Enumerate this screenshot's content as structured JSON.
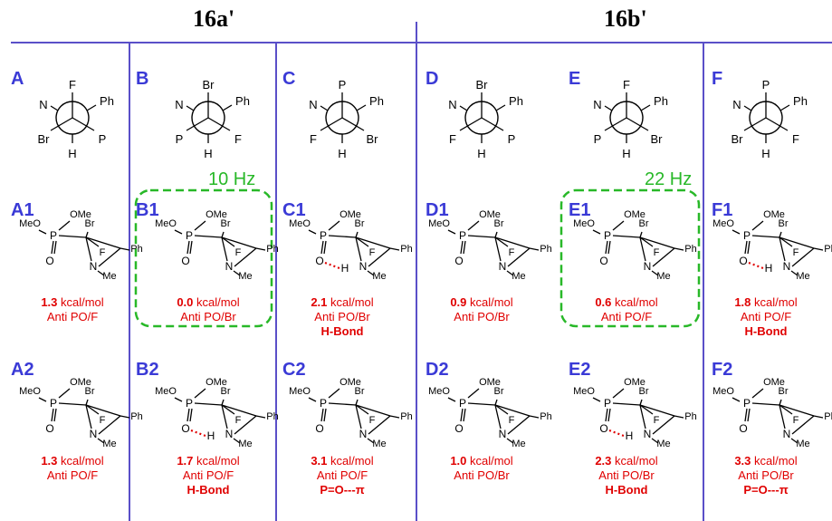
{
  "headers": {
    "left": "16a'",
    "right": "16b'"
  },
  "columns": [
    {
      "label": "A",
      "newman": {
        "top": "F",
        "tl": "N",
        "tr": "Ph",
        "bl": "Br",
        "br": "P",
        "bottom": "H"
      }
    },
    {
      "label": "B",
      "newman": {
        "top": "Br",
        "tl": "N",
        "tr": "Ph",
        "bl": "P",
        "br": "F",
        "bottom": "H"
      }
    },
    {
      "label": "C",
      "newman": {
        "top": "P",
        "tl": "N",
        "tr": "Ph",
        "bl": "F",
        "br": "Br",
        "bottom": "H"
      }
    },
    {
      "label": "D",
      "newman": {
        "top": "Br",
        "tl": "N",
        "tr": "Ph",
        "bl": "F",
        "br": "P",
        "bottom": "H"
      }
    },
    {
      "label": "E",
      "newman": {
        "top": "F",
        "tl": "N",
        "tr": "Ph",
        "bl": "P",
        "br": "Br",
        "bottom": "H"
      }
    },
    {
      "label": "F",
      "newman": {
        "top": "P",
        "tl": "N",
        "tr": "Ph",
        "bl": "Br",
        "br": "F",
        "bottom": "H"
      }
    }
  ],
  "conformers": [
    {
      "label": "A1",
      "energy": "1.3",
      "unit": "kcal/mol",
      "anti": "Anti PO/F",
      "hbond": ""
    },
    {
      "label": "B1",
      "energy": "0.0",
      "unit": "kcal/mol",
      "anti": "Anti PO/Br",
      "hbond": ""
    },
    {
      "label": "C1",
      "energy": "2.1",
      "unit": "kcal/mol",
      "anti": "Anti PO/Br",
      "hbond": "H-Bond"
    },
    {
      "label": "D1",
      "energy": "0.9",
      "unit": "kcal/mol",
      "anti": "Anti PO/Br",
      "hbond": ""
    },
    {
      "label": "E1",
      "energy": "0.6",
      "unit": "kcal/mol",
      "anti": "Anti PO/F",
      "hbond": ""
    },
    {
      "label": "F1",
      "energy": "1.8",
      "unit": "kcal/mol",
      "anti": "Anti PO/F",
      "hbond": "H-Bond"
    },
    {
      "label": "A2",
      "energy": "1.3",
      "unit": "kcal/mol",
      "anti": "Anti PO/F",
      "hbond": ""
    },
    {
      "label": "B2",
      "energy": "1.7",
      "unit": "kcal/mol",
      "anti": "Anti PO/F",
      "hbond": "H-Bond"
    },
    {
      "label": "C2",
      "energy": "3.1",
      "unit": "kcal/mol",
      "anti": "Anti PO/F",
      "hbond": "P=O---π"
    },
    {
      "label": "D2",
      "energy": "1.0",
      "unit": "kcal/mol",
      "anti": "Anti PO/Br",
      "hbond": ""
    },
    {
      "label": "E2",
      "energy": "2.3",
      "unit": "kcal/mol",
      "anti": "Anti PO/Br",
      "hbond": "H-Bond"
    },
    {
      "label": "F2",
      "energy": "3.3",
      "unit": "kcal/mol",
      "anti": "Anti PO/Br",
      "hbond": "P=O---π"
    }
  ],
  "couplings": {
    "b1": "10 Hz",
    "e1": "22 Hz"
  },
  "atoms": {
    "ome": "OMe",
    "meo": "MeO",
    "me": "Me",
    "br": "Br",
    "f": "F",
    "ph": "Ph",
    "h": "H",
    "n": "N",
    "p": "P",
    "o": "O"
  },
  "colors": {
    "label": "#3a3ad6",
    "energy": "#e00000",
    "highlight": "#28b828",
    "hbond_dots": "#e00000",
    "divider": "#5a4fc8"
  }
}
